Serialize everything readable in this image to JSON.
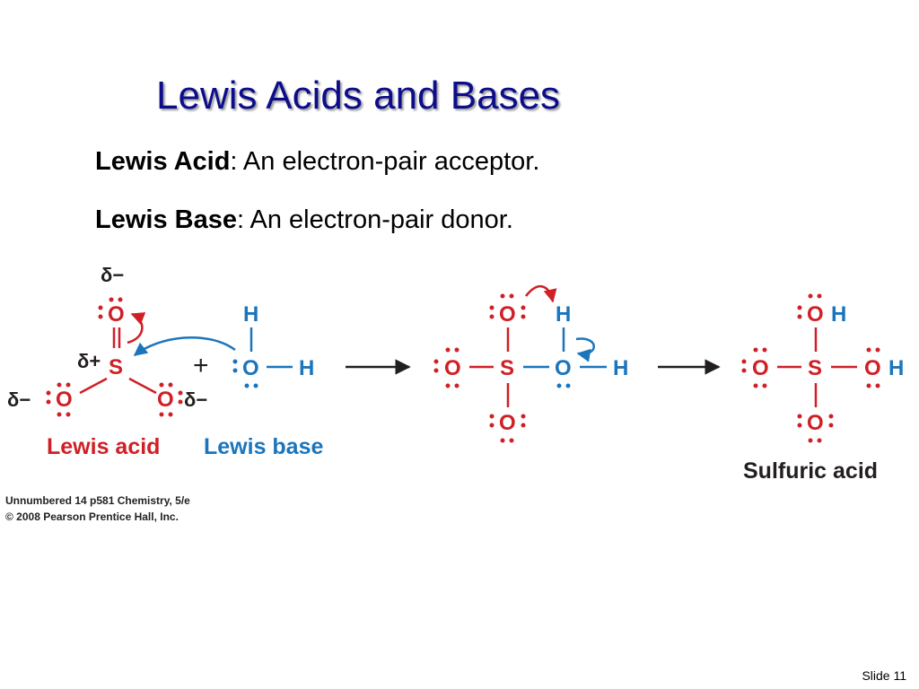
{
  "slide": {
    "title": "Lewis Acids and Bases",
    "definitions": [
      {
        "term": "Lewis Acid",
        "text": ": An electron-pair acceptor."
      },
      {
        "term": "Lewis Base",
        "text": ": An electron-pair donor."
      }
    ],
    "credit_line1": "Unnumbered 14 p581  Chemistry, 5/e",
    "credit_line2": "© 2008 Pearson Prentice Hall, Inc.",
    "slide_number": "Slide 11"
  },
  "diagram": {
    "colors": {
      "acid": "#d01f26",
      "base": "#1b75bc",
      "text": "#231f20"
    },
    "labels": {
      "lewis_acid": "Lewis acid",
      "lewis_base": "Lewis base",
      "product": "Sulfuric acid",
      "delta_minus": "δ−",
      "delta_plus": "δ+",
      "plus": "+"
    },
    "atoms": {
      "O": "O",
      "S": "S",
      "H": "H"
    }
  }
}
